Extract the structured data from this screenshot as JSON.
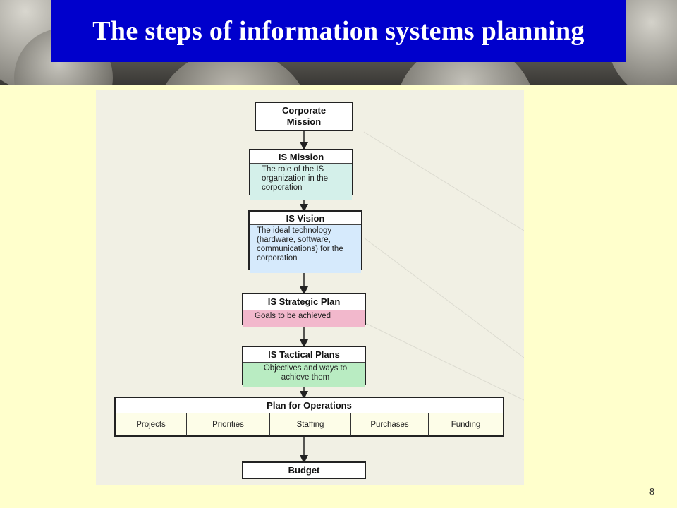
{
  "slide": {
    "title": "The steps of information systems planning",
    "page_number": "8"
  },
  "diagram": {
    "corporate_mission": "Corporate\nMission",
    "is_mission": {
      "title": "IS Mission",
      "body": "The role of the IS organization in the corporation",
      "color": "#d4f0ea"
    },
    "is_vision": {
      "title": "IS Vision",
      "body": "The ideal technology (hardware, software, communications) for the corporation",
      "color": "#d6eafc"
    },
    "is_strategic_plan": {
      "title": "IS Strategic Plan",
      "body": "Goals to be achieved",
      "color": "#f2b8cc"
    },
    "is_tactical_plans": {
      "title": "IS Tactical Plans",
      "body": "Objectives and ways to achieve them",
      "color": "#b9ecc2"
    },
    "plan_for_operations": {
      "title": "Plan for Operations",
      "items": [
        "Projects",
        "Priorities",
        "Staffing",
        "Purchases",
        "Funding"
      ],
      "color": "#fdfde8"
    },
    "budget": "Budget"
  },
  "colors": {
    "title_background": "#0000cc",
    "slide_background": "#ffffcc",
    "figure_background": "#f1f0e4"
  }
}
